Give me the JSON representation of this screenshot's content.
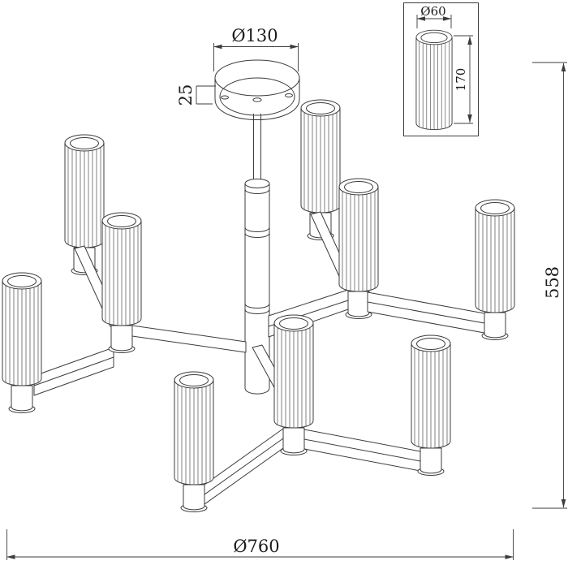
{
  "drawing": {
    "dimensions": {
      "canopy_diameter": "Ø130",
      "canopy_height": "25",
      "overall_height": "558",
      "overall_diameter": "Ø760",
      "shade_diameter": "Ø60",
      "shade_height": "170"
    },
    "colors": {
      "line": "#3c3c3c",
      "background": "#ffffff"
    }
  }
}
